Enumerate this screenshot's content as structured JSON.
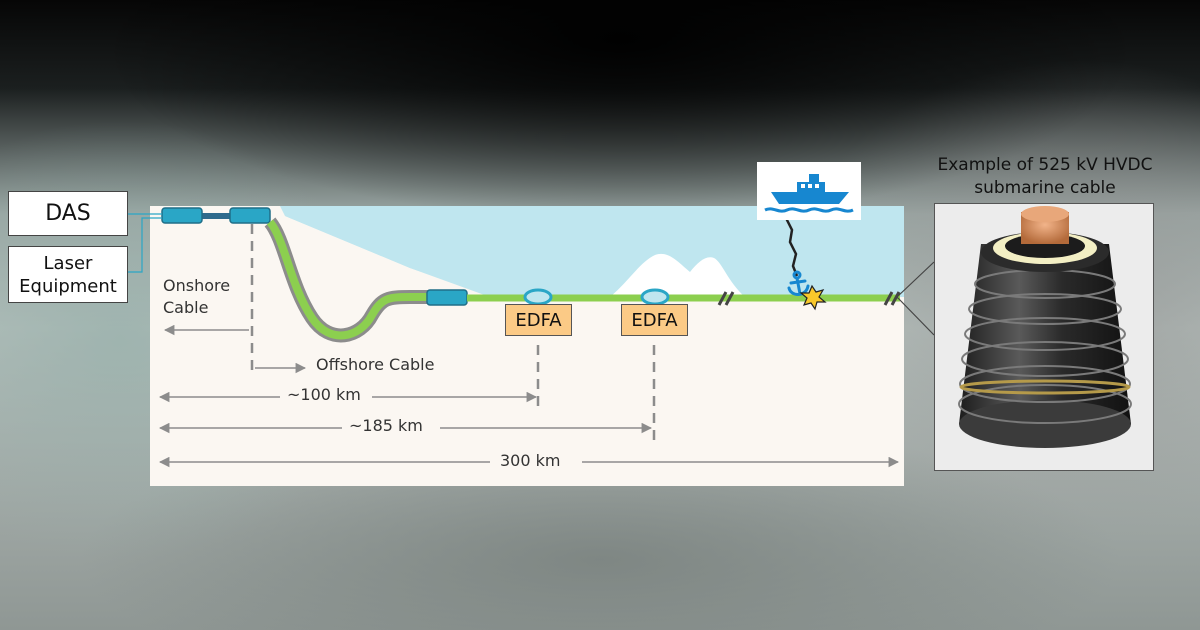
{
  "boxes": {
    "das": "DAS",
    "laser_line1": "Laser",
    "laser_line2": "Equipment"
  },
  "amplifiers": [
    "EDFA",
    "EDFA"
  ],
  "labels": {
    "onshore_line1": "Onshore",
    "onshore_line2": "Cable",
    "offshore": "Offshore Cable",
    "dist_100": "~100 km",
    "dist_185": "~185 km",
    "dist_300": "300 km"
  },
  "photo": {
    "title_line1": "Example of 525 kV HVDC",
    "title_line2": "submarine cable"
  },
  "colors": {
    "cable": "#8ccf4f",
    "sea": "#bfe6ef",
    "connector": "#2aa6c6",
    "amplifier": "#fbca86",
    "ship": "#1787d0",
    "arrow": "#8c8c8c"
  },
  "icons": [
    "ship-icon",
    "anchor-icon",
    "impact-burst-icon",
    "cable-break-icon",
    "submarine-cable-photo"
  ]
}
